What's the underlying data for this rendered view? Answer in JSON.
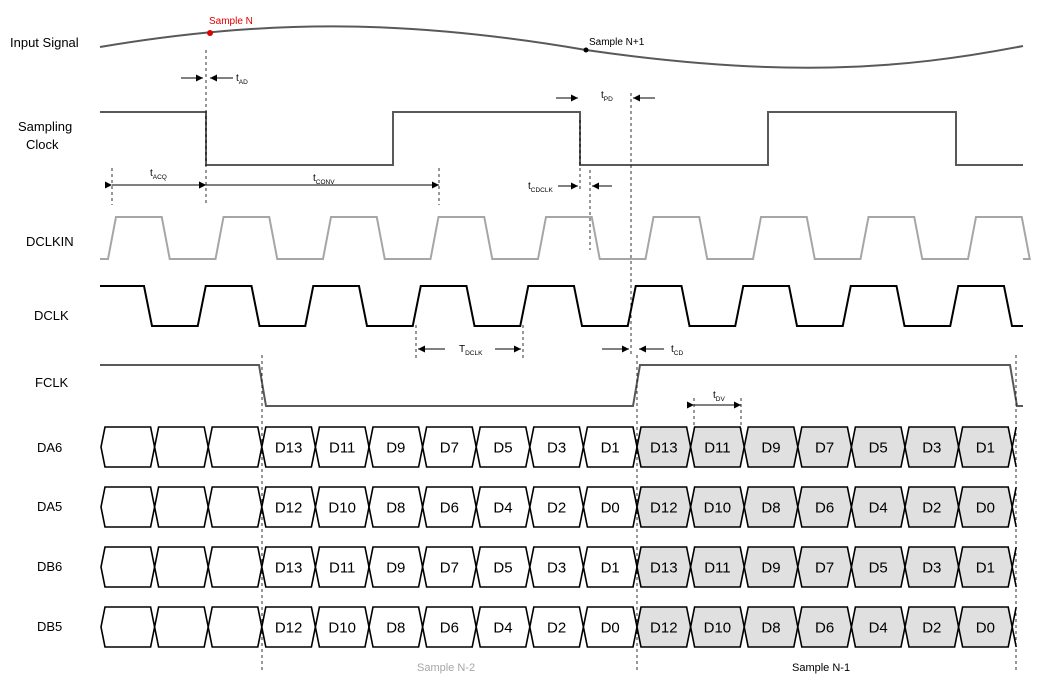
{
  "signals": {
    "input_signal": "Input Signal",
    "sampling_clock_1": "Sampling",
    "sampling_clock_2": "Clock",
    "dclkin": "DCLKIN",
    "dclk": "DCLK",
    "fclk": "FCLK",
    "da6": "DA6",
    "da5": "DA5",
    "db6": "DB6",
    "db5": "DB5"
  },
  "markers": {
    "sample_n": "Sample N",
    "sample_n1": "Sample N+1"
  },
  "timing": {
    "t": "t",
    "T": "T",
    "ad": "AD",
    "acq": "ACQ",
    "conv": "CONV",
    "pd": "PD",
    "cdclk": "CDCLK",
    "dclk_sub": "DCLK",
    "cd": "CD",
    "dv": "DV"
  },
  "bus": {
    "da6": [
      "",
      "",
      "",
      "D13",
      "D11",
      "D9",
      "D7",
      "D5",
      "D3",
      "D1",
      "D13",
      "D11",
      "D9",
      "D7",
      "D5",
      "D3",
      "D1"
    ],
    "da5": [
      "",
      "",
      "",
      "D12",
      "D10",
      "D8",
      "D6",
      "D4",
      "D2",
      "D0",
      "D12",
      "D10",
      "D8",
      "D6",
      "D4",
      "D2",
      "D0"
    ],
    "db6": [
      "",
      "",
      "",
      "D13",
      "D11",
      "D9",
      "D7",
      "D5",
      "D3",
      "D1",
      "D13",
      "D11",
      "D9",
      "D7",
      "D5",
      "D3",
      "D1"
    ],
    "db5": [
      "",
      "",
      "",
      "D12",
      "D10",
      "D8",
      "D6",
      "D4",
      "D2",
      "D0",
      "D12",
      "D10",
      "D8",
      "D6",
      "D4",
      "D2",
      "D0"
    ]
  },
  "footer": {
    "sample_n2": "Sample N-2",
    "sample_n1": "Sample N-1"
  },
  "colors": {
    "black": "#000000",
    "waveform": "#595959",
    "dclkin": "#a6a6a6",
    "highlight": "#e0e0e0",
    "marker": "#e00000",
    "dim_text": "#a6a6a6"
  }
}
